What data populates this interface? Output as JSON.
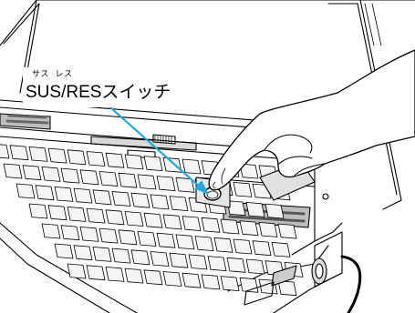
{
  "callout": {
    "ruby": "サス  レス",
    "label": "SUS/RESスイッチ",
    "arrow_color": "#2aa7df"
  },
  "illustration": {
    "subject": "notebook-computer",
    "line_color": "#000000",
    "background": "#ffffff"
  }
}
